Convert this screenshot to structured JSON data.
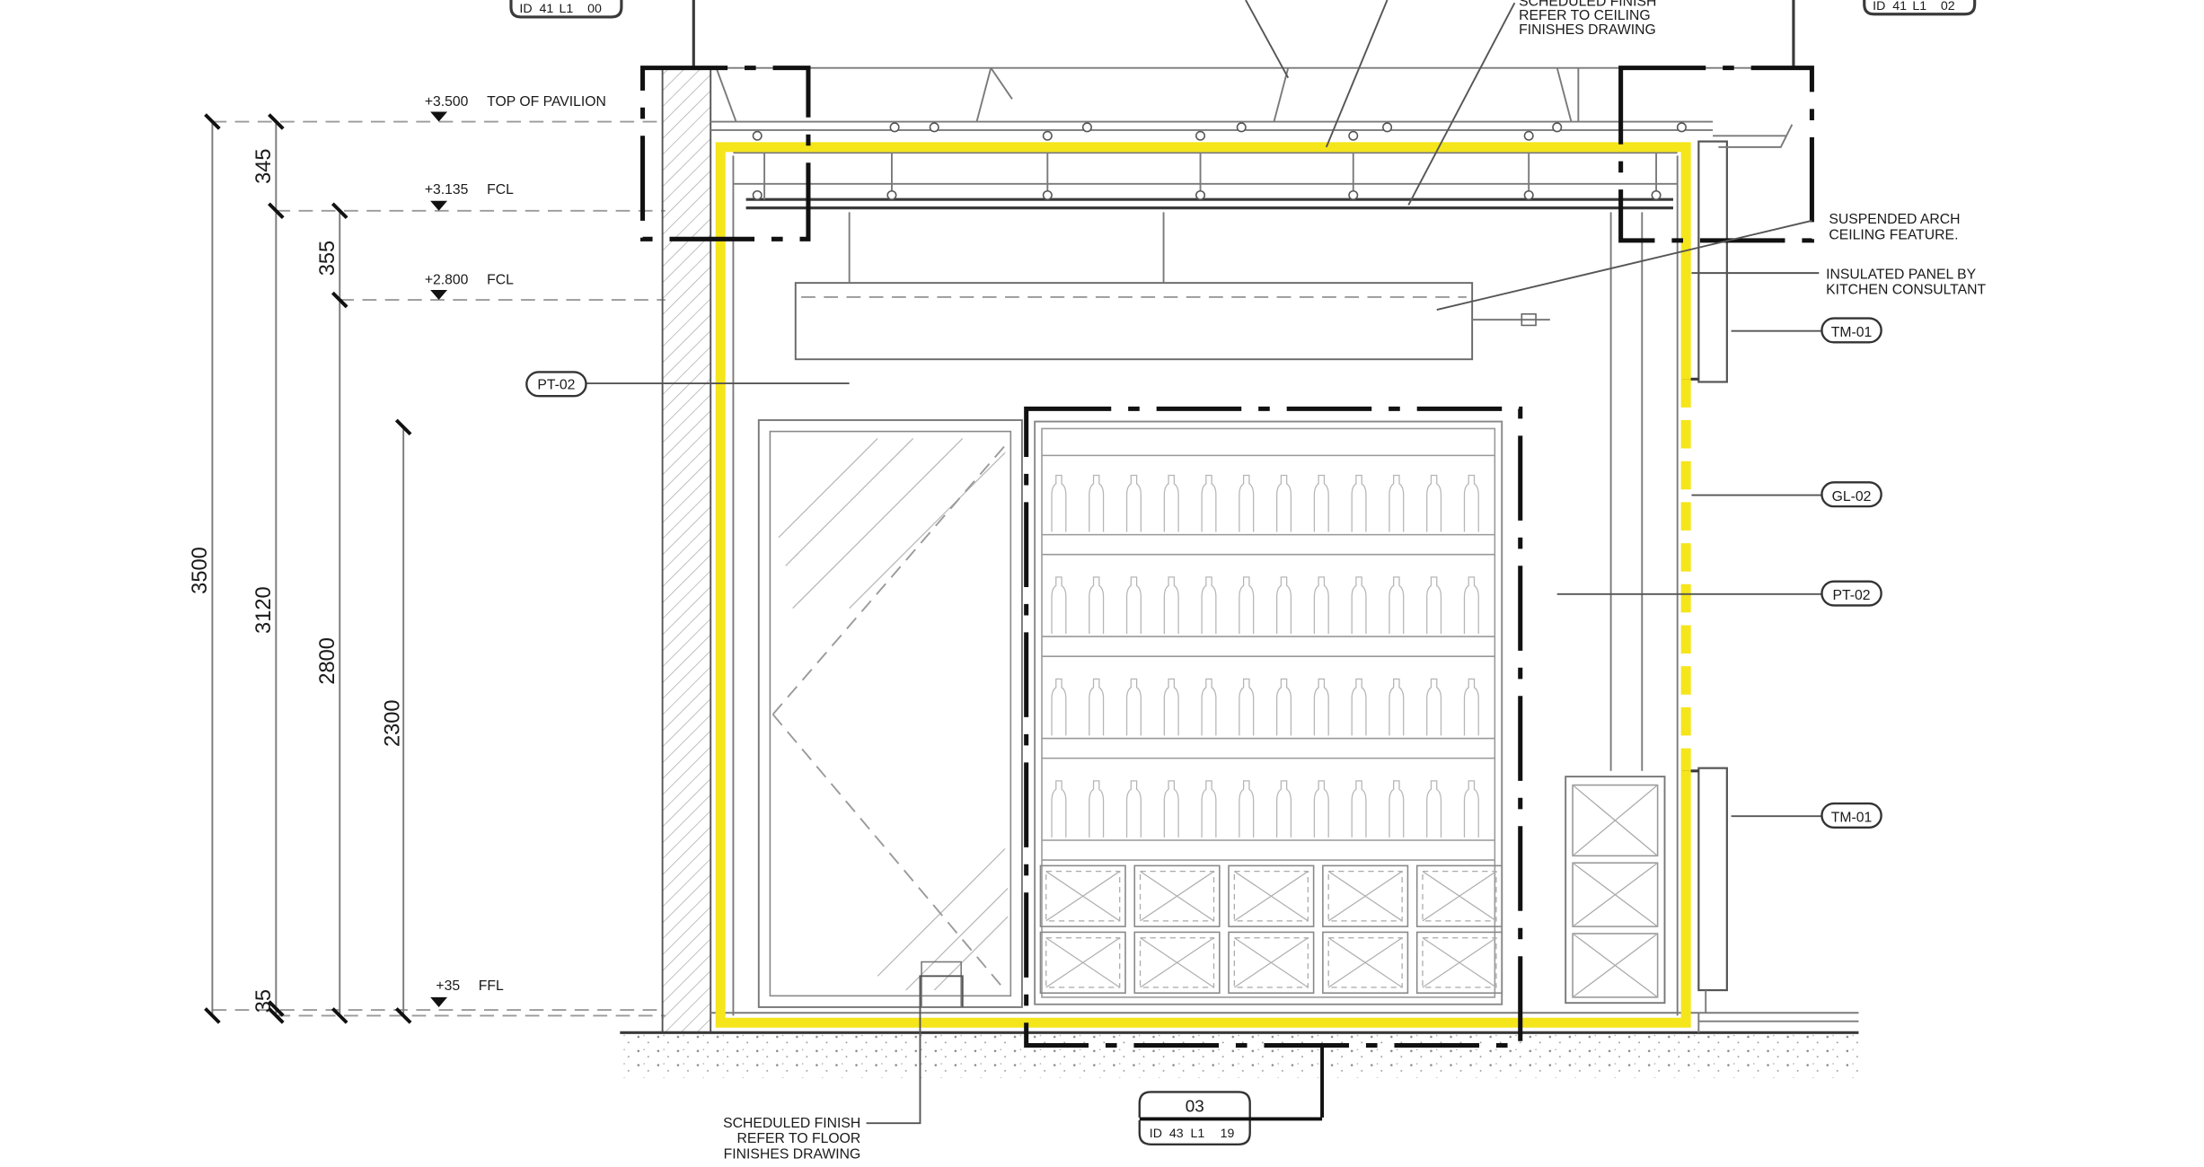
{
  "colors": {
    "highlight": "#f5e51b",
    "line": "#333333",
    "background": "#ffffff"
  },
  "levels": [
    {
      "value": "+3.500",
      "label": "TOP OF PAVILION"
    },
    {
      "value": "+3.135",
      "label": "FCL"
    },
    {
      "value": "+2.800",
      "label": "FCL"
    },
    {
      "value": "+35",
      "label": "FFL"
    }
  ],
  "dimensions": {
    "345": "345",
    "355": "355",
    "3500": "3500",
    "3120": "3120",
    "2800": "2800",
    "2300": "2300",
    "35": "35"
  },
  "notes": {
    "ceiling_line1": "SCHEDULED FINISH",
    "ceiling_line2": "REFER TO CEILING",
    "ceiling_line3": "FINISHES DRAWING",
    "arch_line1": "SUSPENDED ARCH",
    "arch_line2": "CEILING FEATURE.",
    "panel_line1": "INSULATED PANEL BY",
    "panel_line2": "KITCHEN CONSULTANT",
    "floor_line1": "SCHEDULED FINISH",
    "floor_line2": "REFER TO FLOOR",
    "floor_line3": "FINISHES DRAWING"
  },
  "tags": {
    "pt02_left": "PT-02",
    "tm01_top": "TM-01",
    "gl02": "GL-02",
    "pt02_right": "PT-02",
    "tm01_bottom": "TM-01"
  },
  "callouts": {
    "top_left": {
      "c1": "ID",
      "c2": "41",
      "c3": "L1",
      "c4": "00"
    },
    "top_right": {
      "c1": "ID",
      "c2": "41",
      "c3": "L1",
      "c4": "02"
    },
    "bottom": {
      "number": "03",
      "c1": "ID",
      "c2": "43",
      "c3": "L1",
      "c4": "19"
    }
  }
}
